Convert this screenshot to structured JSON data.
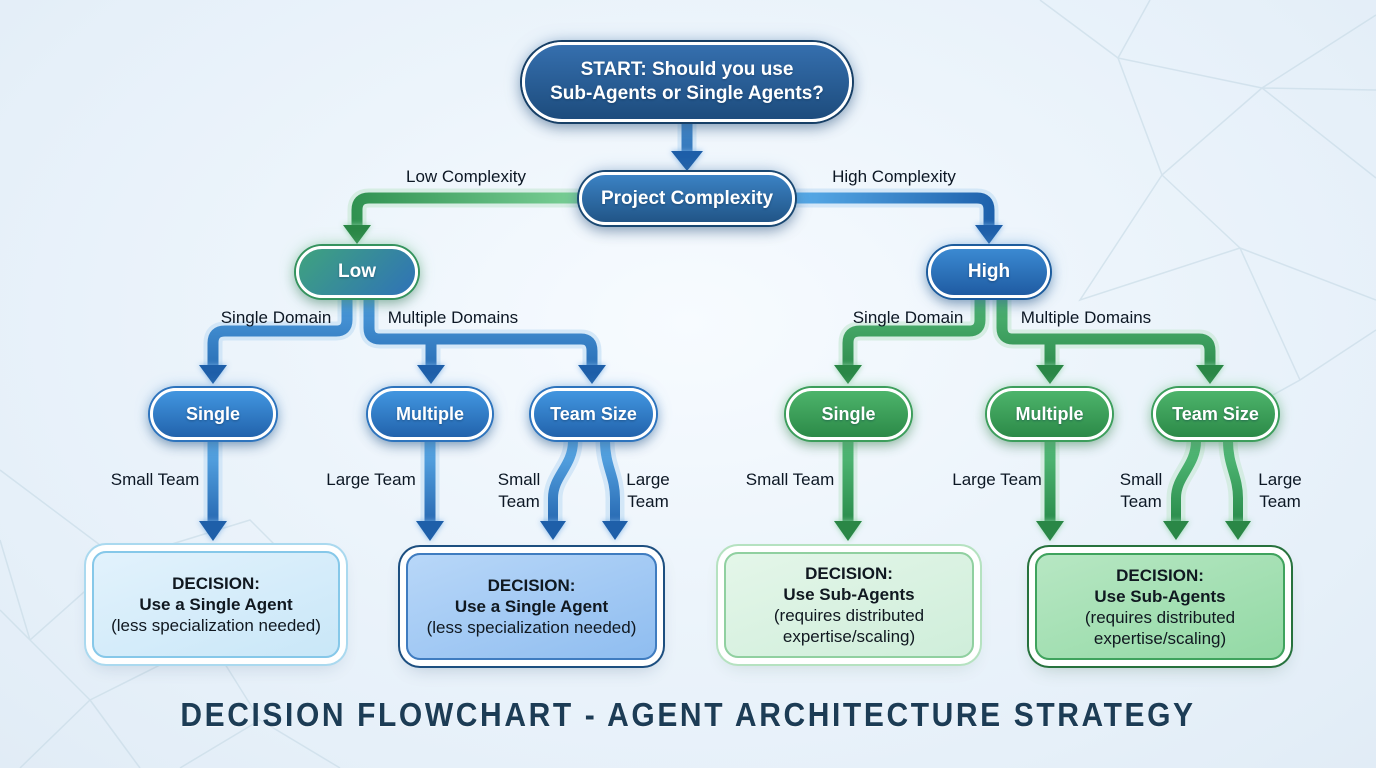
{
  "title": "DECISION FLOWCHART - AGENT ARCHITECTURE STRATEGY",
  "nodes": {
    "start": {
      "line1": "START: Should you use",
      "line2": "Sub-Agents or Single Agents?"
    },
    "project_complexity": "Project Complexity",
    "low": "Low",
    "high": "High",
    "left_single": "Single",
    "left_multiple": "Multiple",
    "left_team_size": "Team Size",
    "right_single": "Single",
    "right_multiple": "Multiple",
    "right_team_size": "Team Size"
  },
  "edge_labels": {
    "low_complexity": "Low Complexity",
    "high_complexity": "High Complexity",
    "left_single_domain": "Single Domain",
    "left_multiple_domains": "Multiple Domains",
    "right_single_domain": "Single Domain",
    "right_multiple_domains": "Multiple Domains",
    "left_single_small_team": "Small Team",
    "left_multiple_large_team": "Large Team",
    "left_teamsize_small_team": "Small Team",
    "left_teamsize_large_team": "Large Team",
    "right_single_small_team": "Small Team",
    "right_multiple_large_team": "Large Team",
    "right_teamsize_small_team": "Small Team",
    "right_teamsize_large_team": "Large Team"
  },
  "decisions": [
    {
      "heading": "DECISION:",
      "action": "Use a Single Agent",
      "note": "(less specialization needed)"
    },
    {
      "heading": "DECISION:",
      "action": "Use a Single Agent",
      "note": "(less specialization needed)"
    },
    {
      "heading": "DECISION:",
      "action": "Use Sub-Agents",
      "note": "(requires distributed expertise/scaling)"
    },
    {
      "heading": "DECISION:",
      "action": "Use Sub-Agents",
      "note": "(requires distributed expertise/scaling)"
    }
  ],
  "colors": {
    "background": "#e9f2fa",
    "arrow_blue": "#2264ac",
    "arrow_green": "#2c8a48",
    "node_dark_blue": "#1d4c7d",
    "node_blue": "#2f78c2",
    "node_green": "#35984f",
    "node_teal_blue_gradient": "#3fa37e",
    "decision_light_blue": "#cfe9f9",
    "decision_blue": "#9cc4f2",
    "decision_light_green": "#d9f2e0",
    "decision_green": "#a5dfb4",
    "title_navy": "#1c3c55"
  }
}
